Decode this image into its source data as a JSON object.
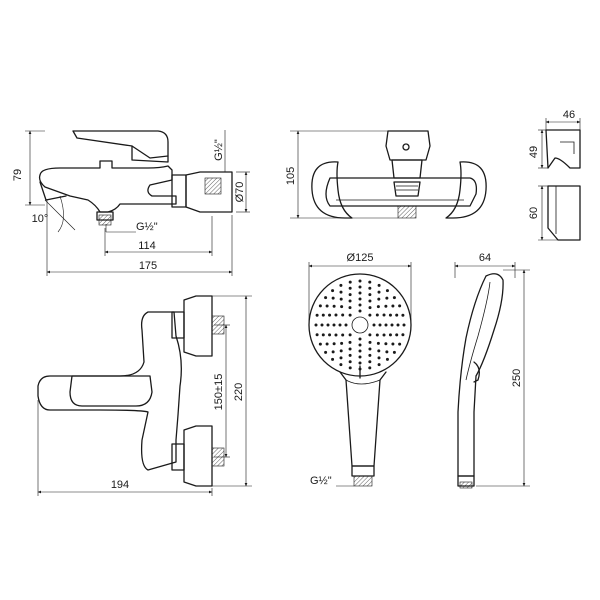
{
  "drawing": {
    "side_view": {
      "height": "79",
      "thread_top": "G½\"",
      "flange_dia": "Ø70",
      "angle": "10°",
      "thread_bottom": "G½\"",
      "depth_inner": "114",
      "depth_total": "175"
    },
    "front_view": {
      "height": "105"
    },
    "holder": {
      "width": "46",
      "height_top": "49",
      "height_bottom": "60"
    },
    "top_view": {
      "width": "194",
      "spacing": "150±15",
      "height": "220"
    },
    "shower_head": {
      "diameter": "Ø125",
      "thread": "G½\""
    },
    "shower_side": {
      "width": "64",
      "length": "250"
    }
  }
}
